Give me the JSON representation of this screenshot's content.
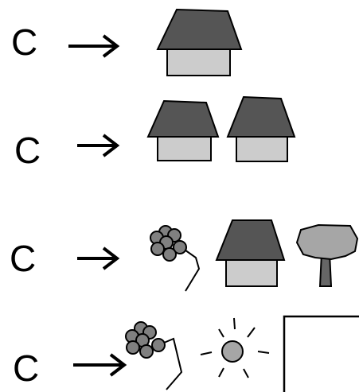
{
  "rows": [
    {
      "symbol": "C",
      "arrow_icon": "right-arrow-icon",
      "items": [
        "house-icon"
      ]
    },
    {
      "symbol": "C",
      "arrow_icon": "right-arrow-icon",
      "items": [
        "house-icon",
        "house-icon"
      ]
    },
    {
      "symbol": "C",
      "arrow_icon": "right-arrow-icon",
      "items": [
        "balloons-icon",
        "house-icon",
        "tree-icon"
      ]
    },
    {
      "symbol": "C",
      "arrow_icon": "right-arrow-icon",
      "items": [
        "balloons-icon",
        "sun-icon",
        "square-icon"
      ]
    }
  ],
  "colors": {
    "roof": "#555555",
    "wall": "#cccccc",
    "balloon": "#808080",
    "sun": "#a6a6a6",
    "tree_trunk": "#666666",
    "tree_crown": "#a6a6a6",
    "stroke": "#000000",
    "background": "#ffffff"
  }
}
